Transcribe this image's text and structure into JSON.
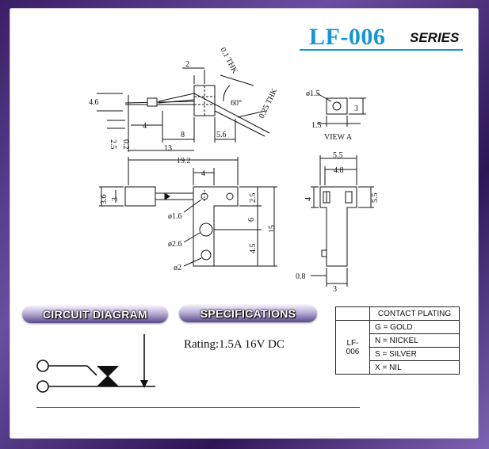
{
  "header": {
    "title": "LF-006",
    "series": "SERIES"
  },
  "sections": {
    "circuit_label": "CIRCUIT DIAGRAM",
    "spec_label": "SPECIFICATIONS",
    "rating": "Rating:1.5A 16V DC"
  },
  "plating": {
    "header": "CONTACT PLATING",
    "model": "LF-006",
    "options": [
      "G = GOLD",
      "N = NICKEL",
      "S = SILVER",
      "X = NIL"
    ]
  },
  "side_view": {
    "dims": [
      "2",
      "0.1 THK",
      "4.6",
      "60°",
      "0.25 THK",
      "2.5",
      "0.2",
      "4",
      "8",
      "5.6",
      "13"
    ]
  },
  "top_view": {
    "dims": [
      "19.2",
      "4",
      "3.6",
      "3",
      "2.5",
      "ø1.6",
      "6",
      "15",
      "ø2.6",
      "4.5",
      "ø2"
    ]
  },
  "view_a": {
    "label": "VIEW A",
    "dims": [
      "ø1.5",
      "3",
      "1.5"
    ]
  },
  "end_view": {
    "dims": [
      "5.5",
      "4.8",
      "4",
      "5.5",
      "0.8",
      "3"
    ]
  },
  "colors": {
    "title": "#1496d6",
    "frame": "#3a1f66"
  }
}
